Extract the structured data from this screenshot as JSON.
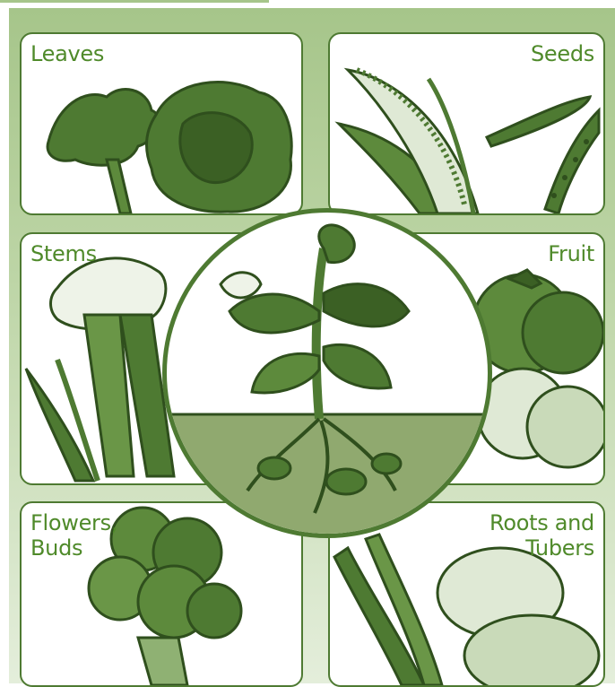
{
  "colors": {
    "frame": "#a6c58a",
    "border": "#4e7a32",
    "label": "#4f8a2a",
    "plant_dark": "#2f4f1d",
    "plant_mid": "#4e7a32",
    "soil": "#90a96f"
  },
  "panels": [
    {
      "label": "Leaves",
      "icon": "lettuce-and-kale-illustration"
    },
    {
      "label": "Seeds",
      "icon": "corn-and-peas-illustration"
    },
    {
      "label": "Stems",
      "icon": "celery-illustration"
    },
    {
      "label": "Fruit",
      "icon": "tomatoes-illustration"
    },
    {
      "label": "Flowers,\nBuds",
      "icon": "broccoli-illustration"
    },
    {
      "label": "Roots and\nTubers",
      "icon": "carrots-and-potatoes-illustration"
    }
  ],
  "center": {
    "icon": "whole-plant-with-roots-illustration"
  }
}
